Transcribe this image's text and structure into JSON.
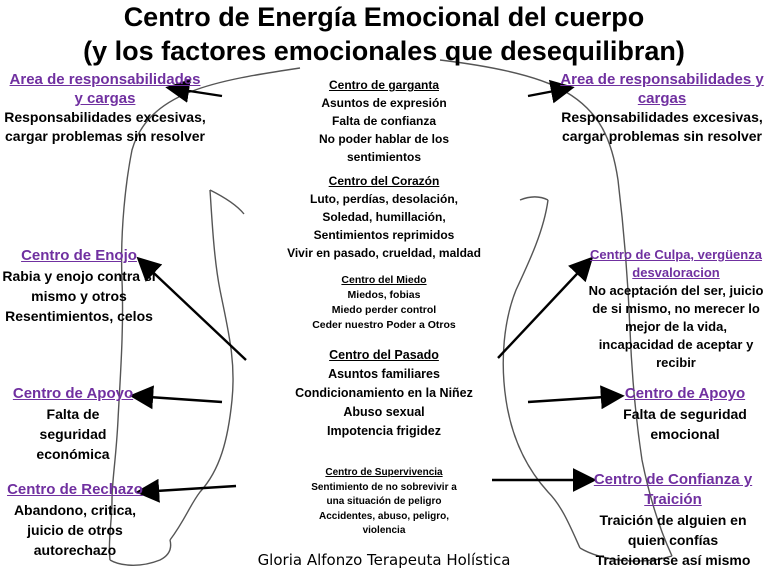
{
  "title": {
    "line1": "Centro de Energía Emocional del cuerpo",
    "line2": "(y los factores emocionales que desequilibran)"
  },
  "left": {
    "responsabilidad": {
      "h1": "Area de responsabilidades",
      "h2": "y cargas",
      "l1": "Responsabilidades excesivas,",
      "l2": "cargar problemas sin resolver"
    },
    "enojo": {
      "h1": "Centro de Enojo",
      "l1": "Rabia y enojo contra si",
      "l2": "mismo y otros",
      "l3": "Resentimientos, celos"
    },
    "apoyo": {
      "h1": "Centro de Apoyo",
      "l1": "Falta de",
      "l2": "seguridad",
      "l3": "económica"
    },
    "rechazo": {
      "h1": "Centro de Rechazo",
      "l1": "Abandono, critica,",
      "l2": "juicio de otros",
      "l3": "autorechazo"
    }
  },
  "right": {
    "responsabilidad": {
      "h1": "Area de responsabilidades y",
      "h2": "cargas",
      "l1": "Responsabilidades excesivas,",
      "l2": "cargar problemas sin resolver"
    },
    "culpa": {
      "h1": "Centro de Culpa, vergüenza",
      "h2": "desvaloracion",
      "l1": "No aceptación del ser, juicio",
      "l2": "de si mismo, no merecer lo",
      "l3": "mejor de la vida,",
      "l4": "incapacidad de aceptar y",
      "l5": "recibir"
    },
    "apoyo": {
      "h1": "Centro de Apoyo",
      "l1": "Falta de seguridad",
      "l2": "emocional"
    },
    "confianza": {
      "h1": "Centro de Confianza y",
      "h2": "Traición",
      "l1": "Traición de alguien en",
      "l2": "quien confías",
      "l3": "Traicionarse así mismo"
    }
  },
  "center": {
    "garganta": {
      "h": "Centro de garganta",
      "l1": "Asuntos de expresión",
      "l2": "Falta de confianza",
      "l3": "No poder hablar de los",
      "l4": "sentimientos"
    },
    "corazon": {
      "h": "Centro del Corazón",
      "l1": "Luto, perdías, desolación,",
      "l2": "Soledad, humillación,",
      "l3": "Sentimientos reprimidos",
      "l4": "Vivir en pasado, crueldad, maldad"
    },
    "miedo": {
      "h": "Centro  del Miedo",
      "l1": "Miedos, fobias",
      "l2": "Miedo perder control",
      "l3": "Ceder nuestro Poder a Otros"
    },
    "pasado": {
      "h": "Centro del Pasado",
      "l1": "Asuntos familiares",
      "l2": "Condicionamiento en la Niñez",
      "l3": "Abuso sexual",
      "l4": "Impotencia frigidez"
    },
    "supervivencia": {
      "h": "Centro de Supervivencia",
      "l1": "Sentimiento de no sobrevivir a",
      "l2": "una situación de peligro",
      "l3": "Accidentes, abuso, peligro,",
      "l4": "violencia"
    }
  },
  "signature": "Gloria Alfonzo Terapeuta Holística",
  "colors": {
    "heading": "#7030a0",
    "text": "#000000",
    "outline": "#555555"
  }
}
